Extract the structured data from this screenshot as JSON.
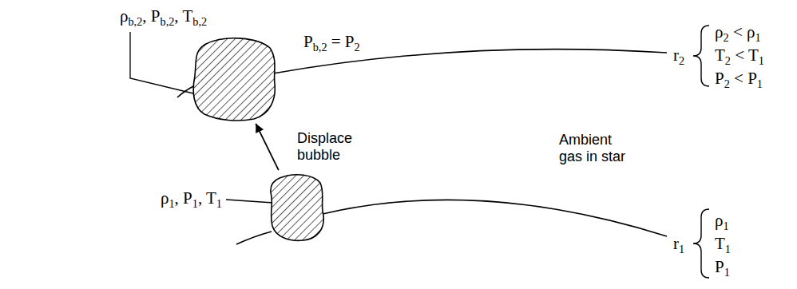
{
  "diagram": {
    "nodes": [
      {
        "text": [
          "ρb,2, Pb,2, Tb,2",
          "Pb,2 = P2"
        ]
      },
      {
        "text": [
          "ρ1, P1, T1"
        ]
      }
    ],
    "edges": [
      {
        "from": 1,
        "to": 0,
        "arrow": "to",
        "label": "Displace bubble"
      }
    ],
    "labels": [
      "Ambient gas in star",
      "r2",
      "ρ2 < ρ1",
      "T2 < T1",
      "P2 < P1",
      "r1",
      "ρ1",
      "T1",
      "P1"
    ]
  }
}
